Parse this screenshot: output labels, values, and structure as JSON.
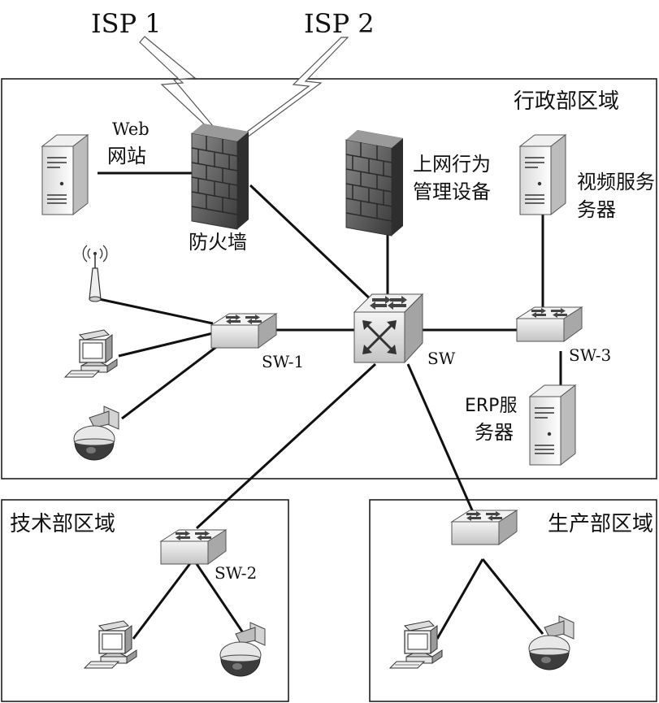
{
  "isp": {
    "isp1": "ISP 1",
    "isp2": "ISP 2"
  },
  "zones": {
    "admin": "行政部区域",
    "tech": "技术部区域",
    "production": "生产部区域"
  },
  "devices": {
    "web_server_line1": "Web",
    "web_server_line2": "网站",
    "firewall": "防火墙",
    "behavior_mgmt_line1": "上网行为",
    "behavior_mgmt_line2": "管理设备",
    "video_server_line1": "视频服务",
    "video_server_line2": "务器",
    "erp_server_line1": "ERP服",
    "erp_server_line2": "务器",
    "core_switch": "SW",
    "sw1": "SW-1",
    "sw2": "SW-2",
    "sw3": "SW-3"
  },
  "icons": {
    "server": "server-icon",
    "firewall": "firewall-icon",
    "switch": "switch-icon",
    "core_switch": "core-switch-icon",
    "pc": "pc-icon",
    "camera": "camera-icon",
    "access_point": "access-point-icon",
    "lightning": "lightning-link-icon"
  },
  "colors": {
    "line": "#111111",
    "device_dark": "#5a5a5a",
    "device_light": "#eeeeee",
    "device_mid": "#bdbdbd"
  }
}
